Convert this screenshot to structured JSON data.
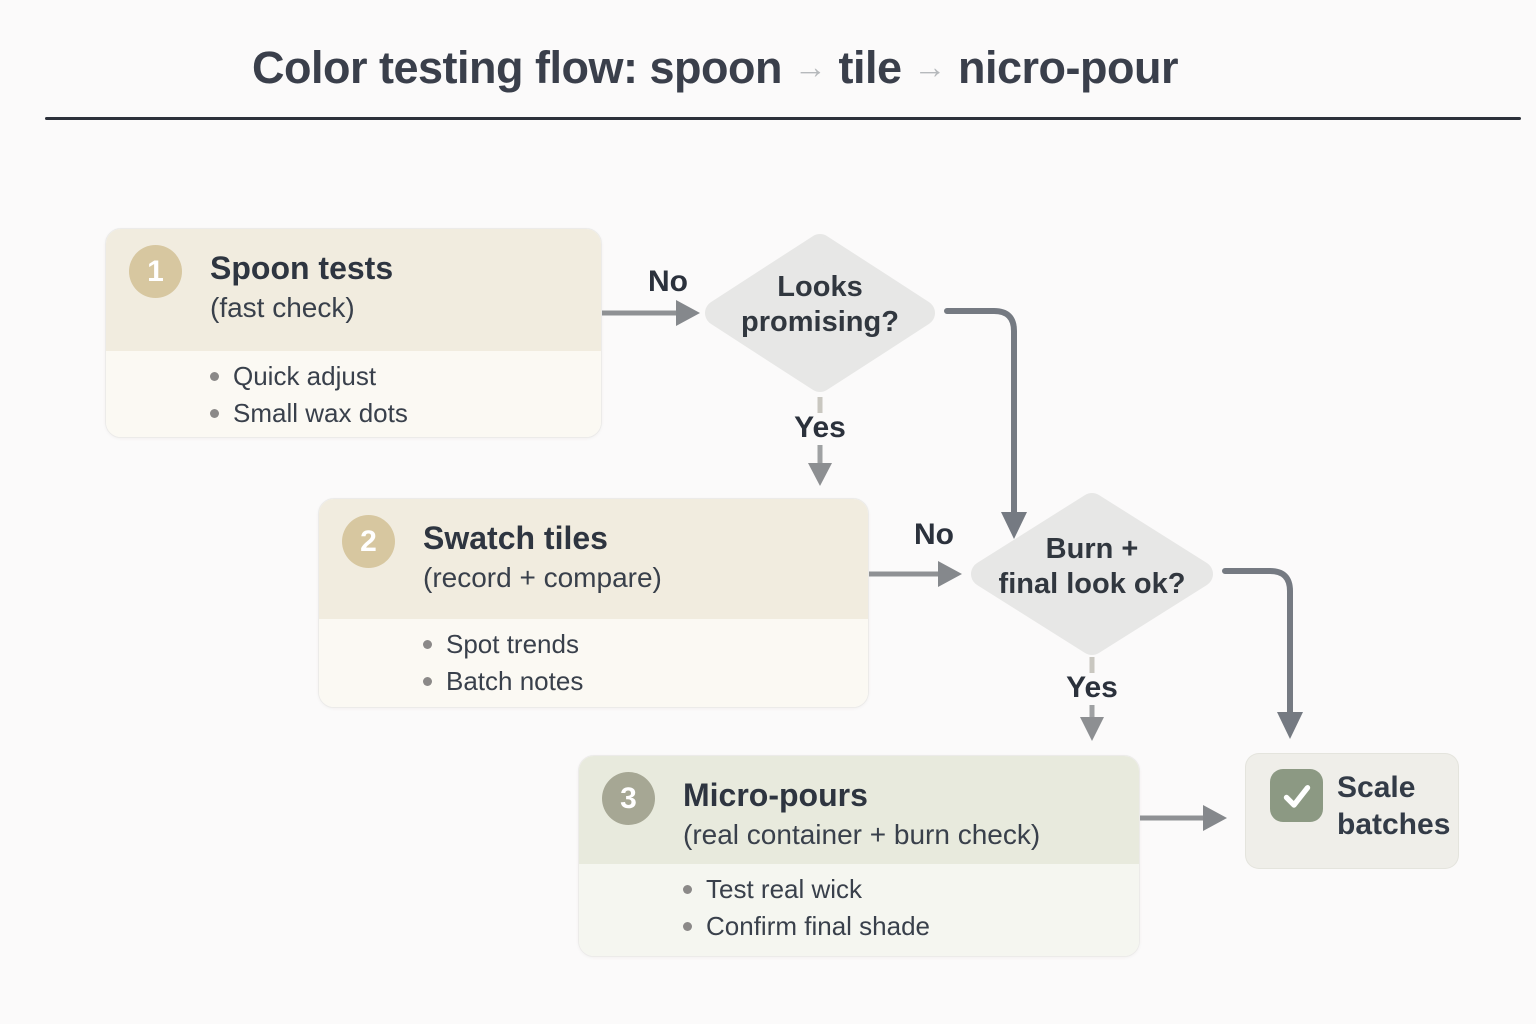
{
  "title": {
    "prefix": "Color testing flow: spoon",
    "middle": "tile",
    "suffix": "nicro-pour",
    "arrow_separator": "→"
  },
  "steps": [
    {
      "number": "1",
      "title": "Spoon tests",
      "subtitle": "(fast check)",
      "bullets": [
        "Quick adjust",
        "Small wax dots"
      ]
    },
    {
      "number": "2",
      "title": "Swatch tiles",
      "subtitle": "(record + compare)",
      "bullets": [
        "Spot trends",
        "Batch notes"
      ]
    },
    {
      "number": "3",
      "title": "Micro-pours",
      "subtitle": "(real container + burn check)",
      "bullets": [
        "Test real wick",
        "Confirm final shade"
      ]
    }
  ],
  "decisions": [
    {
      "line1": "Looks",
      "line2": "promising?"
    },
    {
      "line1": "Burn +",
      "line2": "final look ok?"
    }
  ],
  "edge_labels": {
    "no": "No",
    "yes": "Yes"
  },
  "terminal": {
    "label": "Scale batches",
    "icon": "check-icon"
  },
  "colors": {
    "step_header": "#f1ecdf",
    "step_body": "#fbf9f3",
    "step3_header": "#e8eadd",
    "step3_body": "#f5f6f0",
    "badge_tan": "#d7c7a0",
    "badge_olive": "#a6a794",
    "diamond_fill": "#e7e7e6",
    "arrow_gray": "#8e9094",
    "connector_dark": "#757a82",
    "terminal_bg": "#efeee9",
    "check_green": "#8c9983",
    "text_dark": "#333a45",
    "divider": "#2c313b"
  }
}
